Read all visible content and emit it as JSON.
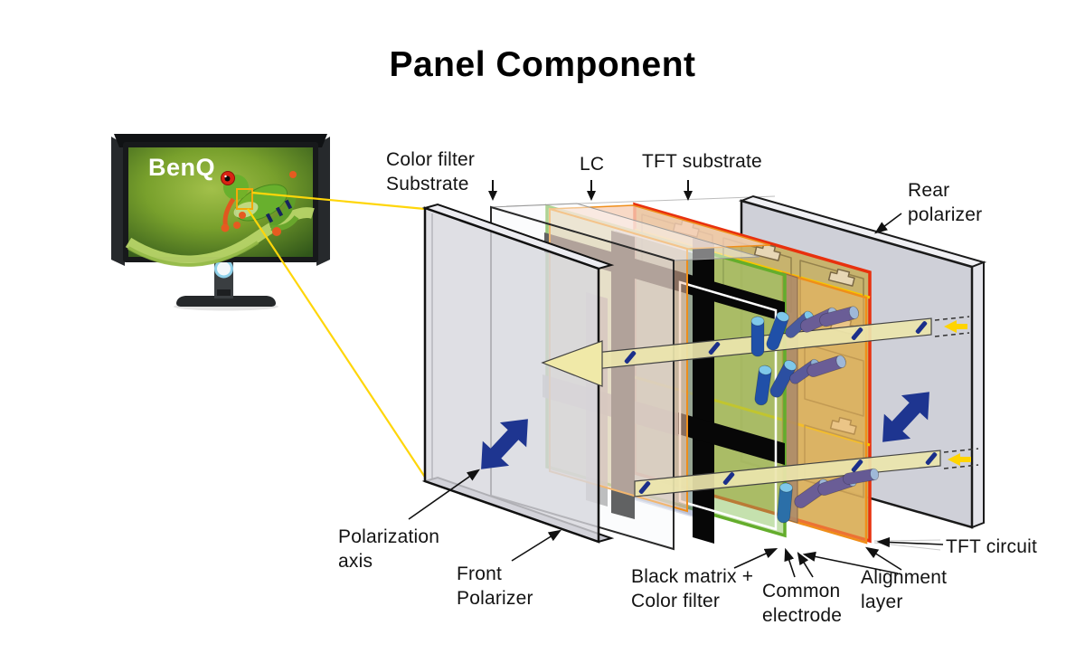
{
  "title": "Panel Component",
  "monitor": {
    "brand": "BenQ"
  },
  "labels": {
    "color_filter_substrate": "Color filter\nSubstrate",
    "lc": "LC",
    "tft_substrate": "TFT substrate",
    "rear_polarizer": "Rear\npolarizer",
    "polarization_axis": "Polarization\naxis",
    "front_polarizer": "Front\nPolarizer",
    "black_matrix_color_filter": "Black matrix +\nColor filter",
    "common_electrode": "Common\nelectrode",
    "alignment_layer": "Alignment\nlayer",
    "tft_circuit": "TFT circuit"
  },
  "colors": {
    "outline_black": "#111111",
    "lc_layer_orange": "#ef8e1a",
    "common_electrode_green": "#64ad2c",
    "tft_substrate_red": "#e8310e",
    "polarization_arrow_blue": "#1e3590",
    "light_beam_fill": "#ece5ad",
    "beam_arrow_yellow": "#ffd400",
    "zoom_line_yellow": "#ffd60a",
    "black_matrix": "#070707",
    "polarizer_gray": "#d7d7dd"
  }
}
